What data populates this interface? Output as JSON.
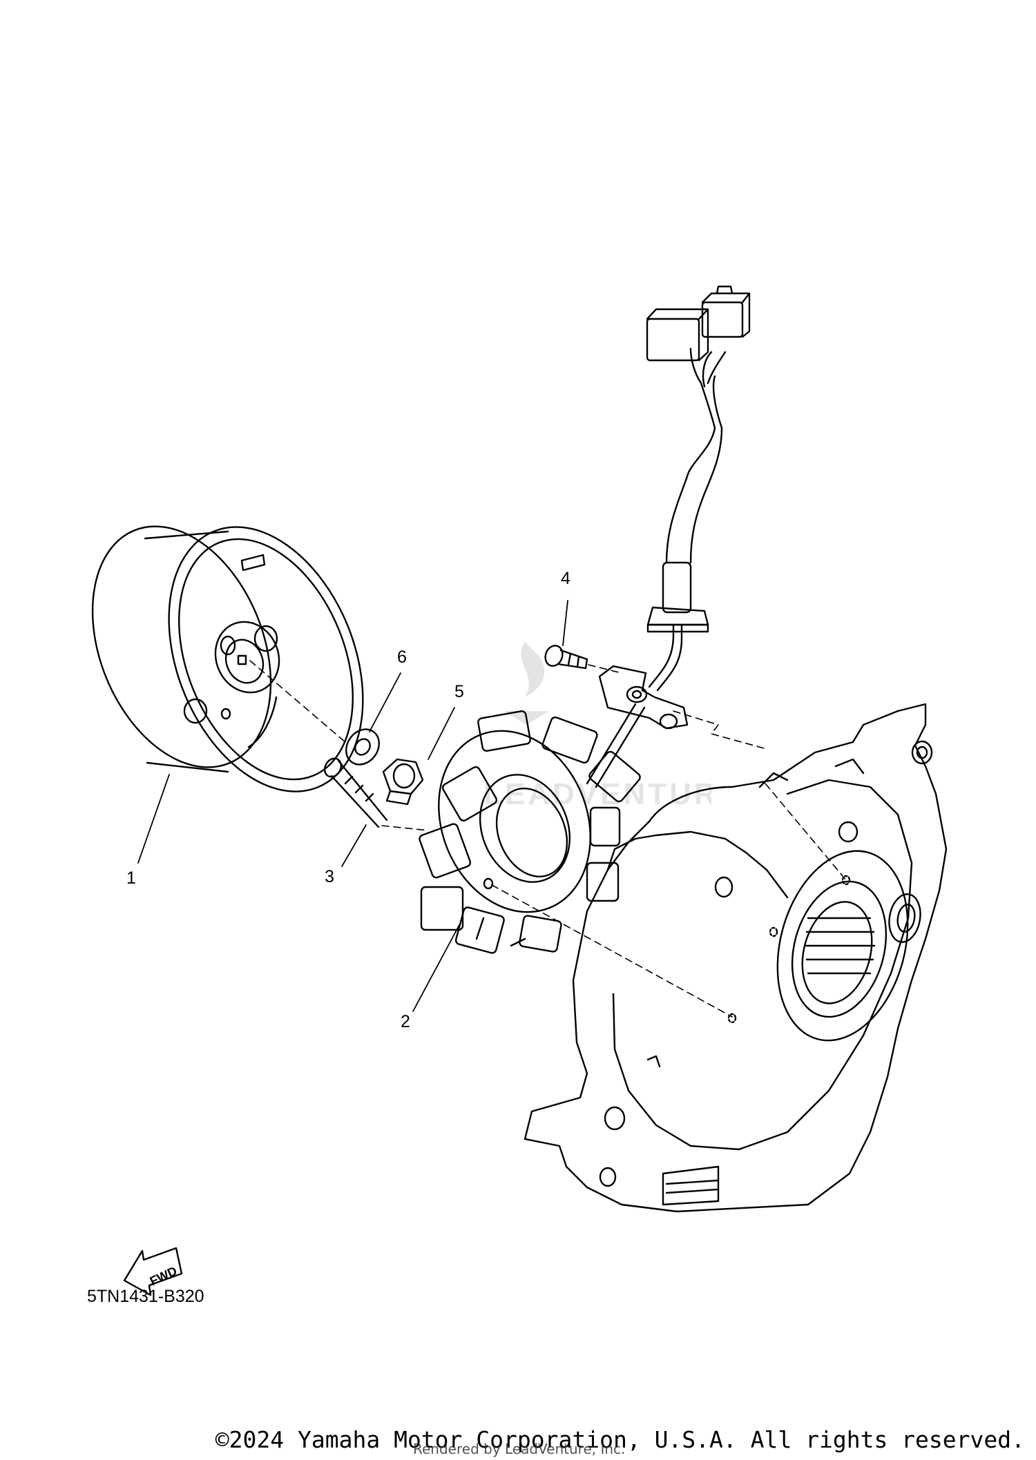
{
  "diagram": {
    "callouts": [
      {
        "id": "1",
        "label": "1"
      },
      {
        "id": "2",
        "label": "2"
      },
      {
        "id": "3",
        "label": "3"
      },
      {
        "id": "4",
        "label": "4"
      },
      {
        "id": "5",
        "label": "5"
      },
      {
        "id": "6",
        "label": "6"
      }
    ],
    "fwd_arrow_label": "FWD",
    "diagram_code": "5TN1431-B320",
    "watermark_text": "LEADVENTURE",
    "copyright": "©2024 Yamaha Motor Corporation, U.S.A. All rights reserved.",
    "rendered_by": "Rendered by LeadVenture, Inc."
  }
}
